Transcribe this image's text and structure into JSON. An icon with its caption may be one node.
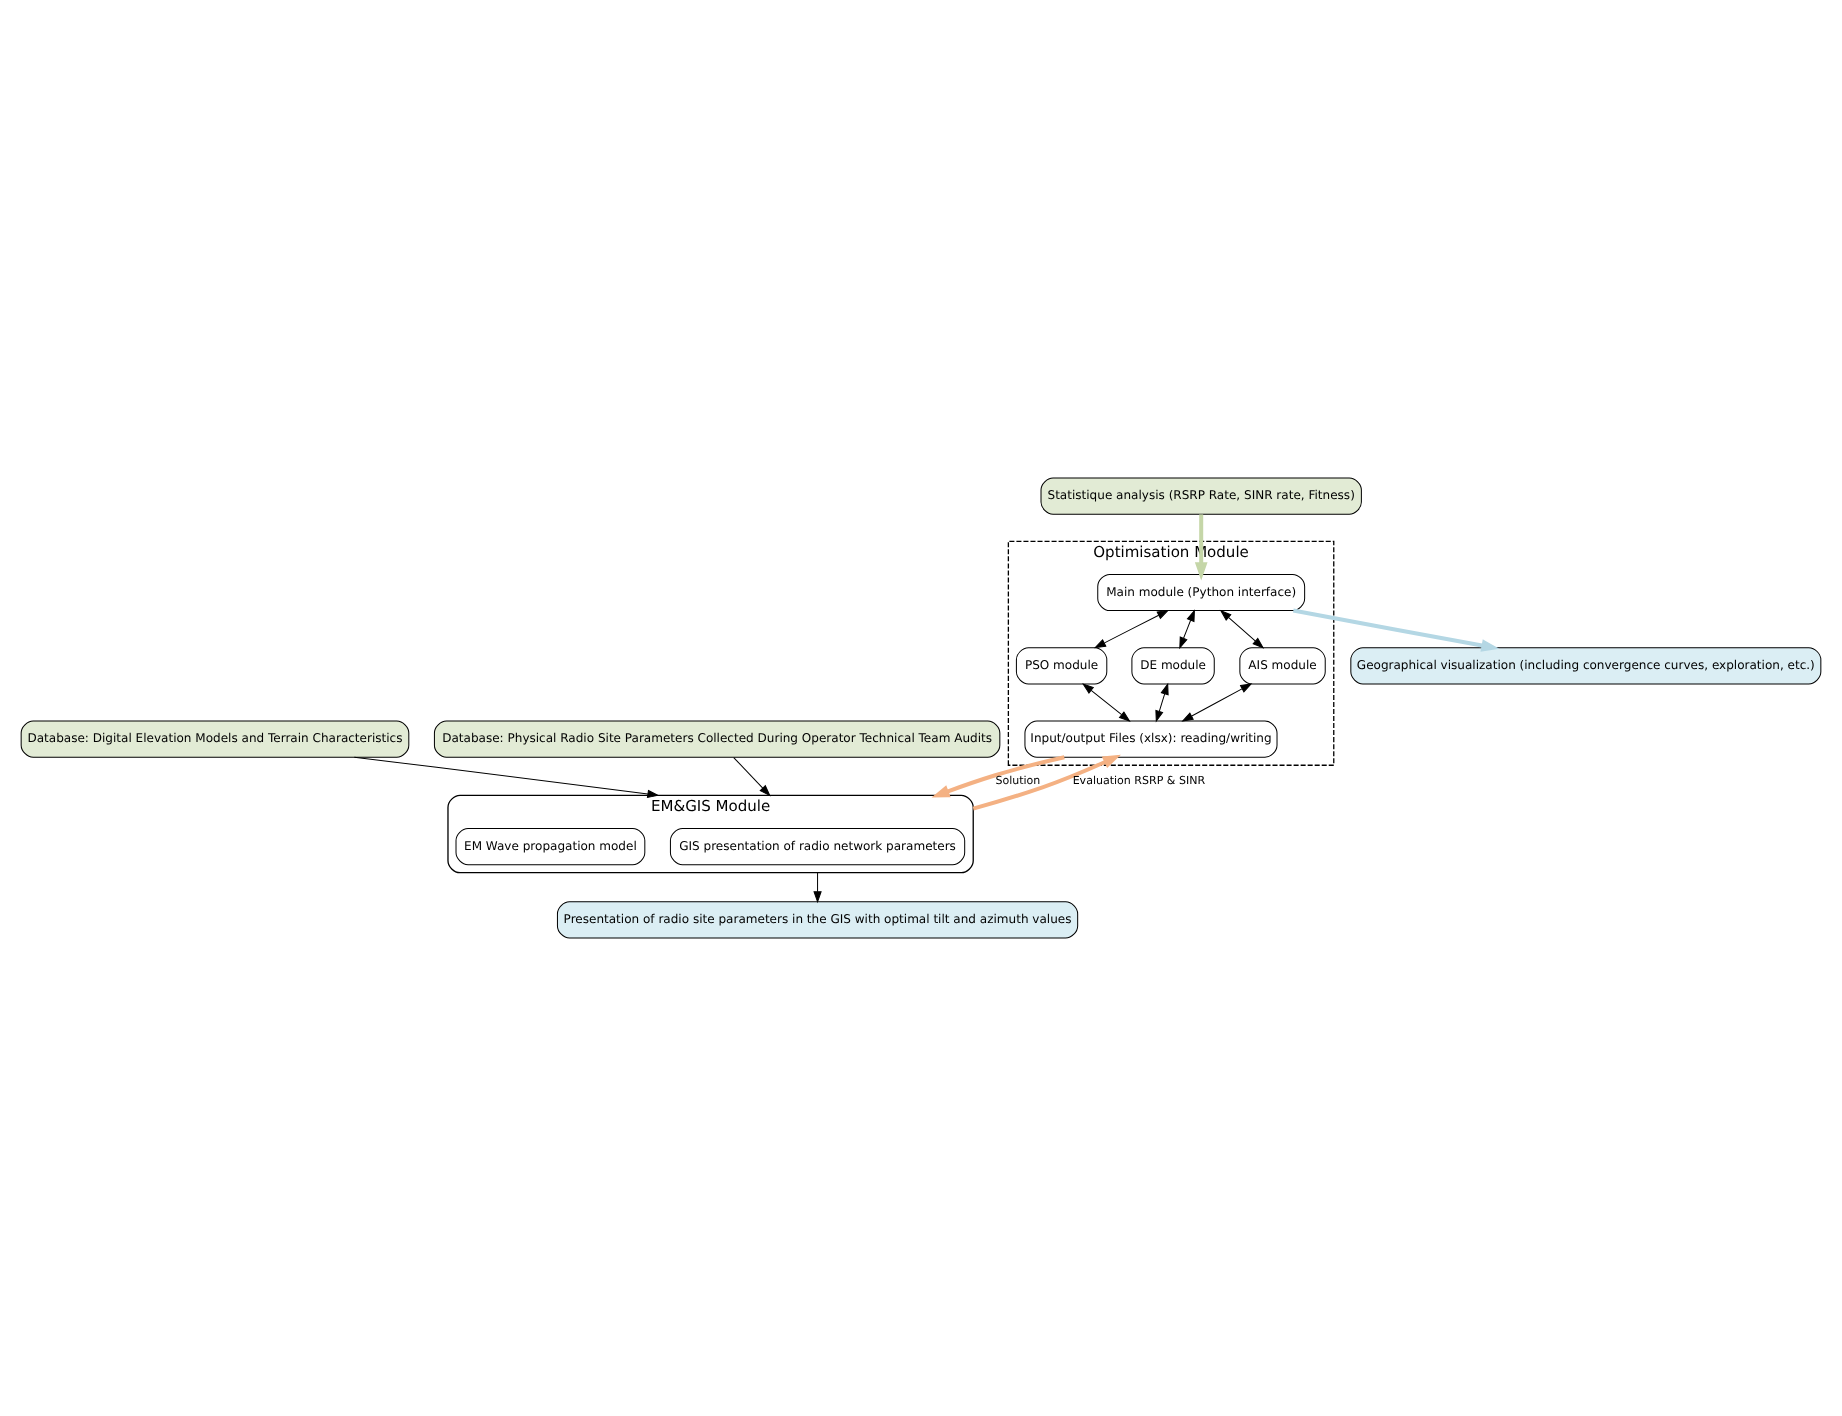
{
  "diagram": {
    "nodes": [
      {
        "text": [
          "Optimisation Module"
        ]
      },
      {
        "text": [
          "Main module (Python interface)"
        ],
        "in": 0
      },
      {
        "text": [
          "PSO module"
        ],
        "in": 0
      },
      {
        "text": [
          "DE module"
        ],
        "in": 0
      },
      {
        "text": [
          "AIS module"
        ],
        "in": 0
      },
      {
        "text": [
          "Input/output Files (xlsx): reading/writing"
        ],
        "in": 0
      },
      {
        "text": [
          "Database: Digital Elevation Models and Terrain Characteristics"
        ]
      },
      {
        "text": [
          "Database: Physical Radio Site Parameters Collected During Operator Technical Team Audits"
        ]
      },
      {
        "text": [
          "EM&GIS Module"
        ]
      },
      {
        "text": [
          "GIS presentation of radio network parameters"
        ],
        "in": 8
      },
      {
        "text": [
          "EM Wave propagation model"
        ],
        "in": 8
      },
      {
        "text": [
          "Statistique analysis (RSRP Rate, SINR rate, Fitness)"
        ]
      },
      {
        "text": [
          "Geographical visualization (including convergence curves, exploration, etc.)"
        ]
      },
      {
        "text": [
          "Presentation of radio site parameters in the GIS with optimal tilt and azimuth values"
        ]
      }
    ],
    "edges": [
      {
        "from": 1,
        "to": 2,
        "arrow": "both"
      },
      {
        "from": 1,
        "to": 3,
        "arrow": "both"
      },
      {
        "from": 1,
        "to": 4,
        "arrow": "both"
      },
      {
        "from": 2,
        "to": 5,
        "arrow": "both"
      },
      {
        "from": 3,
        "to": 5,
        "arrow": "both"
      },
      {
        "from": 4,
        "to": 5,
        "arrow": "both"
      },
      {
        "from": 5,
        "to": 8,
        "arrow": "to",
        "label": "Solution",
        "style": "thick",
        "color": "#f4b183"
      },
      {
        "from": 8,
        "to": 5,
        "arrow": "to",
        "label": "Evaluation RSRP & SINR",
        "style": "thick",
        "color": "#f4b183"
      },
      {
        "from": 6,
        "to": 8,
        "arrow": "to"
      },
      {
        "from": 7,
        "to": 8,
        "arrow": "to"
      },
      {
        "from": 8,
        "to": 13,
        "arrow": "to"
      },
      {
        "from": 1,
        "to": 12,
        "arrow": "to",
        "style": "thick",
        "color": "#b4d7e4"
      },
      {
        "from": 11,
        "to": 1,
        "arrow": "to",
        "style": "thick",
        "color": "#c5d6a8"
      }
    ]
  }
}
